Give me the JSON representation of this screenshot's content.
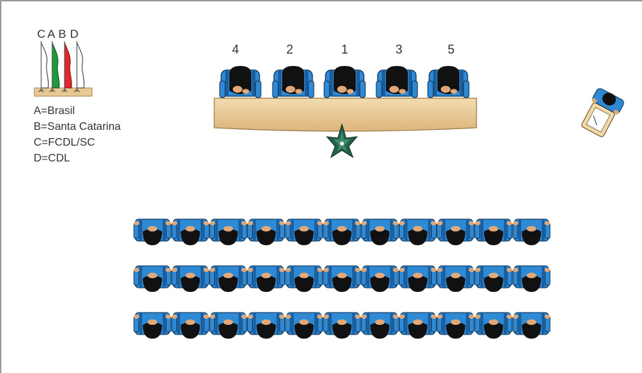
{
  "flag_letters": [
    "C",
    "A",
    "B",
    "D"
  ],
  "legend": [
    "A=Brasil",
    "B=Santa Catarina",
    "C=FCDL/SC",
    "D=CDL"
  ],
  "panel_numbers": [
    "4",
    "2",
    "1",
    "3",
    "5"
  ],
  "audience": {
    "rows": 3,
    "seats_per_row": 11
  },
  "colors": {
    "seat_blue": "#2f8ad6",
    "head_black": "#111111",
    "table_wood": "#e8c893",
    "flag_green": "#1e9a3c",
    "flag_red": "#e0282c",
    "plant_green": "#24604a"
  }
}
